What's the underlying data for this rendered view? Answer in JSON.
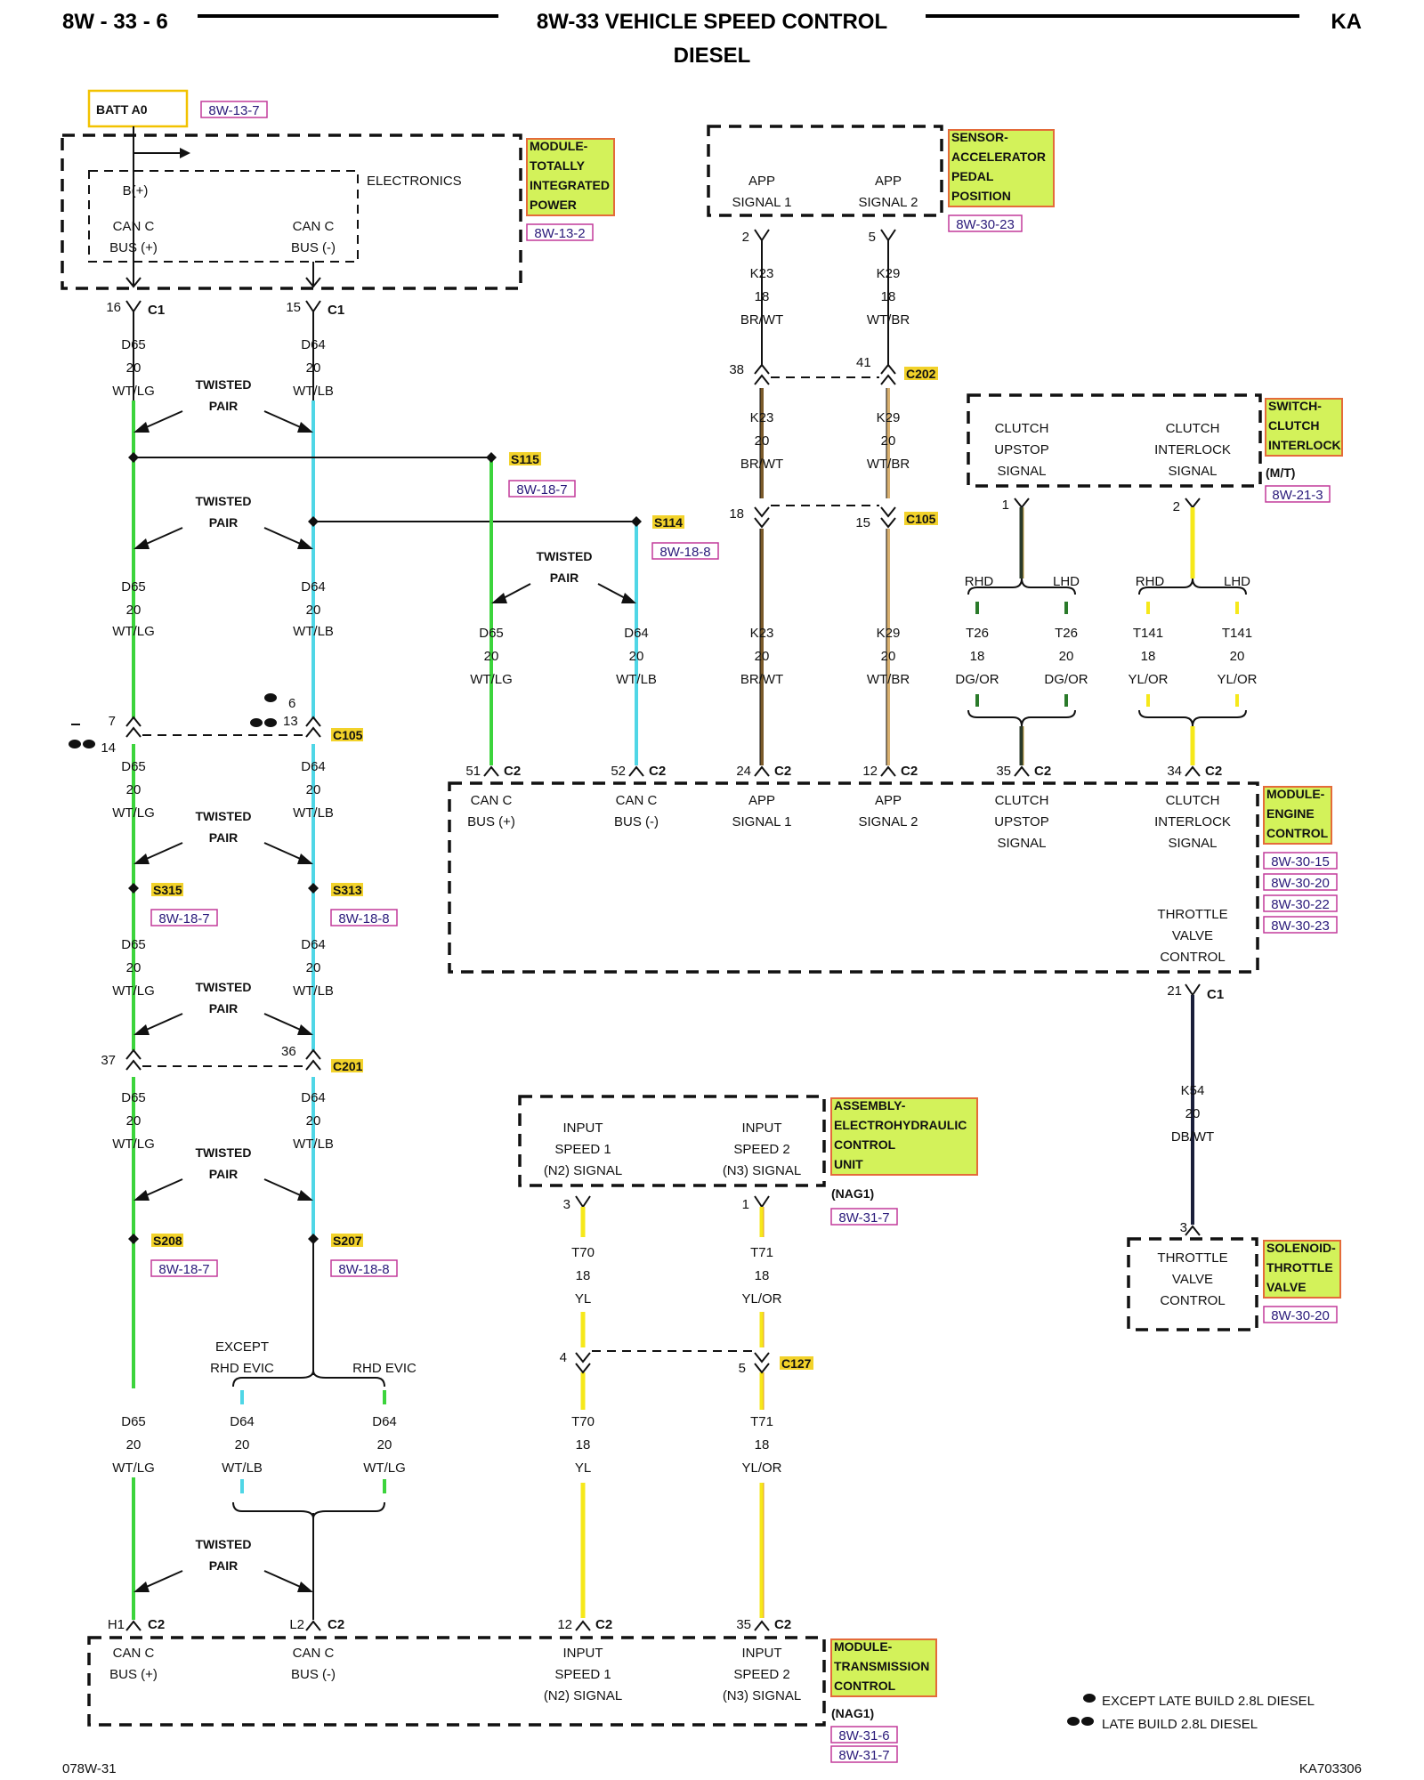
{
  "header": {
    "page_left": "8W - 33 - 6",
    "title": "8W-33 VEHICLE SPEED CONTROL",
    "subtitle": "DIESEL",
    "page_right": "KA"
  },
  "footer": {
    "left_code": "078W-31",
    "right_code": "KA703306"
  },
  "legend": {
    "single": "EXCEPT LATE BUILD 2.8L DIESEL",
    "double": "LATE BUILD 2.8L DIESEL"
  },
  "colors": {
    "green": "#3cd43c",
    "cyan": "#4fd6e6",
    "yellow": "#f6e81a",
    "brown": "#7a5a2a",
    "tan": "#d8b070",
    "dark_green": "#2a7a2a",
    "navy": "#1a1f3a",
    "tag_fill": "#d3f25a",
    "tag_border": "#e46b3a"
  },
  "batt": {
    "label": "BATT A0",
    "ref": "8W-13-7"
  },
  "tipm": {
    "name": [
      "MODULE-",
      "TOTALLY",
      "INTEGRATED",
      "POWER"
    ],
    "ref": "8W-13-2",
    "electronics": "ELECTRONICS",
    "bplus": "B(+)",
    "pin_left": {
      "l1": "CAN C",
      "l2": "BUS (+)"
    },
    "pin_right": {
      "l1": "CAN C",
      "l2": "BUS (-)"
    },
    "cav_left": "16",
    "cav_right": "15",
    "conn": "C1"
  },
  "app_sensor": {
    "name": [
      "SENSOR-",
      "ACCELERATOR",
      "PEDAL",
      "POSITION"
    ],
    "ref": "8W-30-23",
    "pin1": {
      "l1": "APP",
      "l2": "SIGNAL 1"
    },
    "pin2": {
      "l1": "APP",
      "l2": "SIGNAL 2"
    },
    "cav1": "2",
    "cav2": "5"
  },
  "clutch_switch": {
    "name": [
      "SWITCH-",
      "CLUTCH",
      "INTERLOCK"
    ],
    "variant": "(M/T)",
    "ref": "8W-21-3",
    "pin1": {
      "l1": "CLUTCH",
      "l2": "UPSTOP",
      "l3": "SIGNAL"
    },
    "pin2": {
      "l1": "CLUTCH",
      "l2": "INTERLOCK",
      "l3": "SIGNAL"
    },
    "cav1": "1",
    "cav2": "2"
  },
  "ecm": {
    "name": [
      "MODULE-",
      "ENGINE",
      "CONTROL"
    ],
    "refs": [
      "8W-30-15",
      "8W-30-20",
      "8W-30-22",
      "8W-30-23"
    ],
    "pins": [
      {
        "l1": "CAN C",
        "l2": "BUS (+)",
        "cav": "51",
        "conn": "C2"
      },
      {
        "l1": "CAN C",
        "l2": "BUS (-)",
        "cav": "52",
        "conn": "C2"
      },
      {
        "l1": "APP",
        "l2": "SIGNAL 1",
        "cav": "24",
        "conn": "C2"
      },
      {
        "l1": "APP",
        "l2": "SIGNAL 2",
        "cav": "12",
        "conn": "C2"
      },
      {
        "l1": "CLUTCH",
        "l2": "UPSTOP",
        "l3": "SIGNAL",
        "cav": "35",
        "conn": "C2"
      },
      {
        "l1": "CLUTCH",
        "l2": "INTERLOCK",
        "l3": "SIGNAL",
        "cav": "34",
        "conn": "C2"
      }
    ],
    "throttle": {
      "l1": "THROTTLE",
      "l2": "VALVE",
      "l3": "CONTROL"
    },
    "throttle_cav": "21",
    "throttle_conn": "C1"
  },
  "ehcu": {
    "name": [
      "ASSEMBLY-",
      "ELECTROHYDRAULIC",
      "CONTROL",
      "UNIT"
    ],
    "variant": "(NAG1)",
    "ref": "8W-31-7",
    "pin1": {
      "l1": "INPUT",
      "l2": "SPEED 1",
      "l3": "(N2) SIGNAL"
    },
    "pin2": {
      "l1": "INPUT",
      "l2": "SPEED 2",
      "l3": "(N3) SIGNAL"
    },
    "cav1": "3",
    "cav2": "1"
  },
  "solenoid": {
    "name": [
      "SOLENOID-",
      "THROTTLE",
      "VALVE"
    ],
    "ref": "8W-30-20",
    "pin": {
      "l1": "THROTTLE",
      "l2": "VALVE",
      "l3": "CONTROL"
    },
    "cav": "3"
  },
  "tcm": {
    "name": [
      "MODULE-",
      "TRANSMISSION",
      "CONTROL"
    ],
    "variant": "(NAG1)",
    "refs": [
      "8W-31-6",
      "8W-31-7"
    ],
    "pins": [
      {
        "l1": "CAN C",
        "l2": "BUS (+)",
        "cav": "H1",
        "conn": "C2"
      },
      {
        "l1": "CAN C",
        "l2": "BUS (-)",
        "cav": "L2",
        "conn": "C2"
      },
      {
        "l1": "INPUT",
        "l2": "SPEED 1",
        "l3": "(N2) SIGNAL",
        "cav": "12",
        "conn": "C2"
      },
      {
        "l1": "INPUT",
        "l2": "SPEED 2",
        "l3": "(N3) SIGNAL",
        "cav": "35",
        "conn": "C2"
      }
    ]
  },
  "twisted_pair": {
    "l1": "TWISTED",
    "l2": "PAIR"
  },
  "wire_labels": [
    {
      "id": "d65-a",
      "circuit": "D65",
      "gauge": "20",
      "color": "WT/LG"
    },
    {
      "id": "d64-a",
      "circuit": "D64",
      "gauge": "20",
      "color": "WT/LB"
    },
    {
      "id": "d65-b",
      "circuit": "D65",
      "gauge": "20",
      "color": "WT/LG"
    },
    {
      "id": "d64-b",
      "circuit": "D64",
      "gauge": "20",
      "color": "WT/LB"
    },
    {
      "id": "d65-c",
      "circuit": "D65",
      "gauge": "20",
      "color": "WT/LG"
    },
    {
      "id": "d64-c",
      "circuit": "D64",
      "gauge": "20",
      "color": "WT/LB"
    },
    {
      "id": "d65-d",
      "circuit": "D65",
      "gauge": "20",
      "color": "WT/LG"
    },
    {
      "id": "d64-d",
      "circuit": "D64",
      "gauge": "20",
      "color": "WT/LB"
    },
    {
      "id": "d65-e",
      "circuit": "D65",
      "gauge": "20",
      "color": "WT/LG"
    },
    {
      "id": "d64-e",
      "circuit": "D64",
      "gauge": "20",
      "color": "WT/LB"
    },
    {
      "id": "d65-f",
      "circuit": "D65",
      "gauge": "20",
      "color": "WT/LG"
    },
    {
      "id": "d64-f1",
      "circuit": "D64",
      "gauge": "20",
      "color": "WT/LB"
    },
    {
      "id": "d64-f2",
      "circuit": "D64",
      "gauge": "20",
      "color": "WT/LG"
    },
    {
      "id": "d65-s",
      "circuit": "D65",
      "gauge": "20",
      "color": "WT/LG"
    },
    {
      "id": "d64-s",
      "circuit": "D64",
      "gauge": "20",
      "color": "WT/LB"
    },
    {
      "id": "k23-a",
      "circuit": "K23",
      "gauge": "18",
      "color": "BR/WT"
    },
    {
      "id": "k29-a",
      "circuit": "K29",
      "gauge": "18",
      "color": "WT/BR"
    },
    {
      "id": "k23-b",
      "circuit": "K23",
      "gauge": "20",
      "color": "BR/WT"
    },
    {
      "id": "k29-b",
      "circuit": "K29",
      "gauge": "20",
      "color": "WT/BR"
    },
    {
      "id": "k23-c",
      "circuit": "K23",
      "gauge": "20",
      "color": "BR/WT"
    },
    {
      "id": "k29-c",
      "circuit": "K29",
      "gauge": "20",
      "color": "WT/BR"
    },
    {
      "id": "t26-r",
      "circuit": "T26",
      "gauge": "18",
      "color": "DG/OR"
    },
    {
      "id": "t26-l",
      "circuit": "T26",
      "gauge": "20",
      "color": "DG/OR"
    },
    {
      "id": "t141-r",
      "circuit": "T141",
      "gauge": "18",
      "color": "YL/OR"
    },
    {
      "id": "t141-l",
      "circuit": "T141",
      "gauge": "20",
      "color": "YL/OR"
    },
    {
      "id": "k54",
      "circuit": "K54",
      "gauge": "20",
      "color": "DB/WT"
    },
    {
      "id": "t70-a",
      "circuit": "T70",
      "gauge": "18",
      "color": "YL"
    },
    {
      "id": "t71-a",
      "circuit": "T71",
      "gauge": "18",
      "color": "YL/OR"
    },
    {
      "id": "t70-b",
      "circuit": "T70",
      "gauge": "18",
      "color": "YL"
    },
    {
      "id": "t71-b",
      "circuit": "T71",
      "gauge": "18",
      "color": "YL/OR"
    }
  ],
  "connectors": {
    "c202": {
      "name": "C202",
      "cav_left": "38",
      "cav_right": "41"
    },
    "c105_app": {
      "name": "C105",
      "cav_left": "18",
      "cav_right": "15"
    },
    "c105_can": {
      "name": "C105",
      "cav_left_single": "7",
      "cav_left_double": "14",
      "cav_right_single": "6",
      "cav_right_double": "13"
    },
    "c201": {
      "name": "C201",
      "cav_left": "37",
      "cav_right": "36"
    },
    "c127": {
      "name": "C127",
      "cav_left": "4",
      "cav_right": "5"
    }
  },
  "splices": [
    {
      "id": "s115",
      "name": "S115",
      "ref": "8W-18-7"
    },
    {
      "id": "s114",
      "name": "S114",
      "ref": "8W-18-8"
    },
    {
      "id": "s315",
      "name": "S315",
      "ref": "8W-18-7"
    },
    {
      "id": "s313",
      "name": "S313",
      "ref": "8W-18-8"
    },
    {
      "id": "s208",
      "name": "S208",
      "ref": "8W-18-7"
    },
    {
      "id": "s207",
      "name": "S207",
      "ref": "8W-18-8"
    }
  ],
  "options": {
    "rhd": "RHD",
    "lhd": "LHD",
    "except_l1": "EXCEPT",
    "except_l2": "RHD EVIC",
    "rhd_evic": "RHD EVIC"
  }
}
